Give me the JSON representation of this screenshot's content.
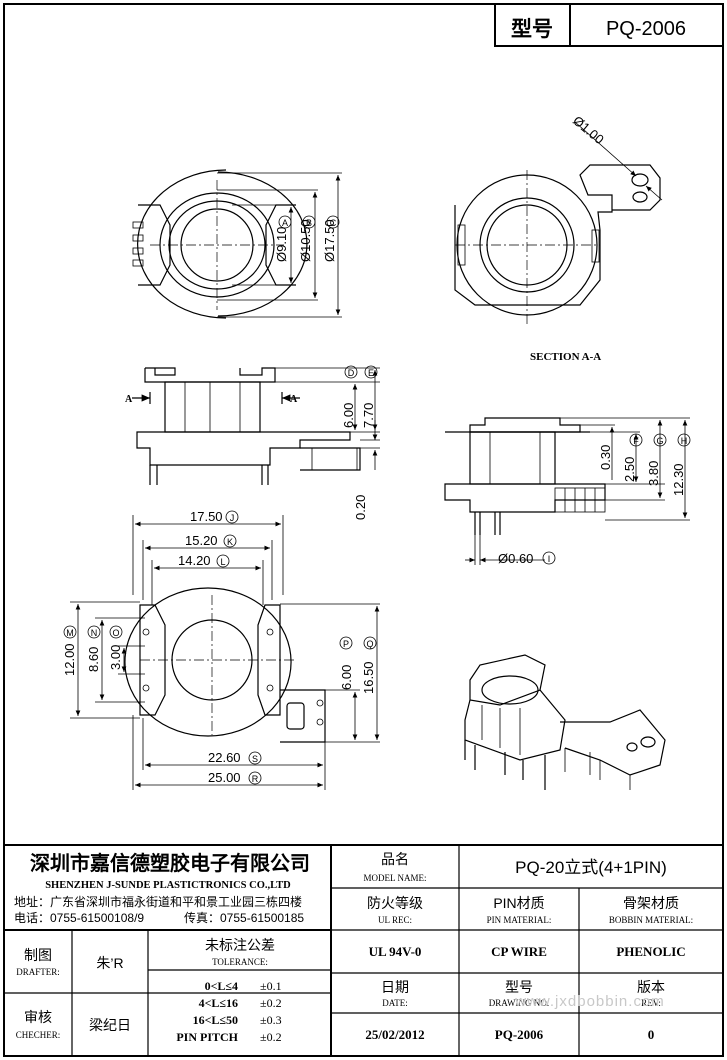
{
  "header": {
    "model_label": "型号",
    "model_value": "PQ-2006"
  },
  "views": {
    "section_label": "SECTION A-A",
    "section_marks": [
      "A",
      "A"
    ],
    "top_dims": [
      "Ø9.10",
      "Ø10.50",
      "Ø17.50"
    ],
    "top_letters": [
      "A",
      "B",
      "C"
    ],
    "section_dim": "Ø1.00",
    "side_dims": [
      "6.00",
      "7.70",
      "0.20"
    ],
    "side_letters": [
      "D",
      "E"
    ],
    "right_dims": [
      "0.30",
      "2.50",
      "3.80",
      "12.30"
    ],
    "right_letters": [
      "F",
      "G",
      "H"
    ],
    "pin_dim": "Ø0.60",
    "pin_letter": "I",
    "bottom_top": [
      {
        "v": "17.50",
        "l": "J"
      },
      {
        "v": "15.20",
        "l": "K"
      },
      {
        "v": "14.20",
        "l": "L"
      }
    ],
    "bottom_left": [
      {
        "v": "12.00",
        "l": "M"
      },
      {
        "v": "8.60",
        "l": "N"
      },
      {
        "v": "3.00",
        "l": "O"
      }
    ],
    "bottom_right": [
      {
        "v": "6.00",
        "l": "P"
      },
      {
        "v": "16.50",
        "l": "Q"
      }
    ],
    "bottom_base": [
      {
        "v": "22.60",
        "l": "S"
      },
      {
        "v": "25.00",
        "l": "R"
      }
    ]
  },
  "title_block": {
    "company_cn": "深圳市嘉信德塑胶电子有限公司",
    "company_en": "SHENZHEN J-SUNDE PLASTICTRONICS CO.,LTD",
    "address": "地址：广东省深圳市福永街道和平和景工业园三栋四楼",
    "phone": "电话：0755-61500108/9",
    "fax": "传真：0755-61500185",
    "model_name_cn": "品名",
    "model_name_en": "MODEL NAME:",
    "model_name_value": "PQ-20立式(4+1PIN)",
    "fire_cn": "防火等级",
    "fire_en": "UL REC:",
    "pin_mat_cn": "PIN材质",
    "pin_mat_en": "PIN MATERIAL:",
    "bobbin_mat_cn": "骨架材质",
    "bobbin_mat_en": "BOBBIN MATERIAL:",
    "fire_value": "UL 94V-0",
    "pin_mat_value": "CP WIRE",
    "bobbin_mat_value": "PHENOLIC",
    "drafter_cn": "制图",
    "drafter_en": "DRAFTER:",
    "drafter_value": "朱’R",
    "checker_cn": "审核",
    "checker_en": "CHECHER:",
    "checker_value": "梁纪日",
    "tol_cn": "未标注公差",
    "tol_en": "TOLERANCE:",
    "tolerances": [
      {
        "range": "0<L≤4",
        "tol": "±0.1"
      },
      {
        "range": "4<L≤16",
        "tol": "±0.2"
      },
      {
        "range": "16<L≤50",
        "tol": "±0.3"
      },
      {
        "range": "PIN PITCH",
        "tol": "±0.2"
      }
    ],
    "date_cn": "日期",
    "date_en": "DATE:",
    "date_value": "25/02/2012",
    "dwg_cn": "型号",
    "dwg_en": "DRAWING NO:",
    "dwg_value": "PQ-2006",
    "rev_cn": "版本",
    "rev_en": "REV:",
    "rev_value": "0",
    "watermark": "www.jxdbobbin.com"
  }
}
